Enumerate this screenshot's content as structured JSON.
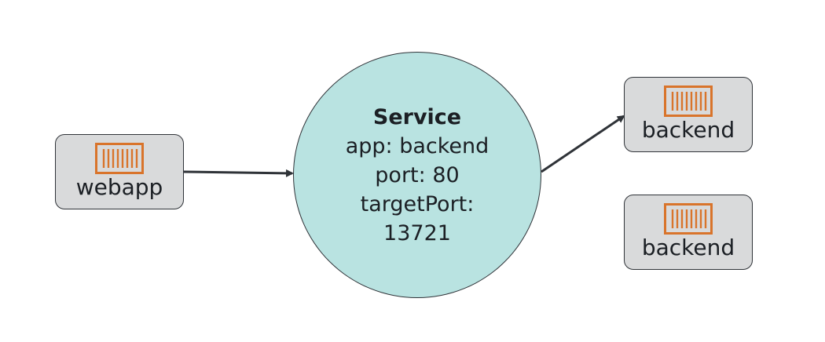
{
  "service": {
    "title": "Service",
    "selector": "app: backend",
    "port": "port: 80",
    "target_port_label": "targetPort:",
    "target_port_value": "13721"
  },
  "pods": {
    "source": {
      "label": "webapp",
      "icon": "container-icon"
    },
    "backend_1": {
      "label": "backend",
      "icon": "container-icon"
    },
    "backend_2": {
      "label": "backend",
      "icon": "container-icon"
    }
  },
  "colors": {
    "service_fill": "#b9e3e1",
    "pod_fill": "#d9dadb",
    "container_icon": "#d9742b",
    "stroke": "#2f3338"
  }
}
